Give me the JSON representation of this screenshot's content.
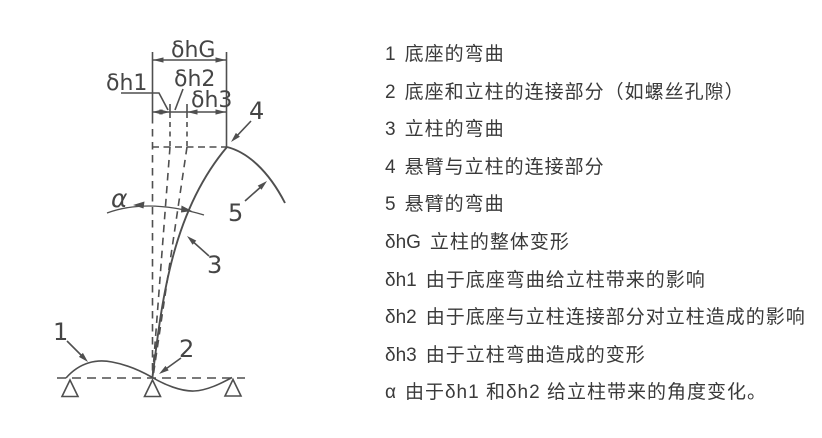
{
  "colors": {
    "background": "#ffffff",
    "line": "#4f4f4f",
    "text": "#3a3a3a"
  },
  "diagram": {
    "labels": {
      "dim_total": "δhG",
      "dim_h1": "δh1",
      "dim_h2": "δh2",
      "dim_h3": "δh3",
      "angle": "α",
      "part_1": "1",
      "part_2": "2",
      "part_3": "3",
      "part_4": "4",
      "part_5": "5"
    }
  },
  "legend": {
    "items": [
      {
        "key": "1",
        "text": "底座的弯曲"
      },
      {
        "key": "2",
        "text": "底座和立柱的连接部分（如螺丝孔隙）"
      },
      {
        "key": "3",
        "text": "立柱的弯曲"
      },
      {
        "key": "4",
        "text": "悬臂与立柱的连接部分"
      },
      {
        "key": "5",
        "text": "悬臂的弯曲"
      },
      {
        "key": "δhG",
        "text": "立柱的整体变形"
      },
      {
        "key": "δh1",
        "text": "由于底座弯曲给立柱带来的影响"
      },
      {
        "key": "δh2",
        "text": "由于底座与立柱连接部分对立柱造成的影响"
      },
      {
        "key": "δh3",
        "text": "由于立柱弯曲造成的变形"
      },
      {
        "key": "α",
        "text": "由于δh1 和δh2 给立柱带来的角度变化。"
      }
    ]
  }
}
